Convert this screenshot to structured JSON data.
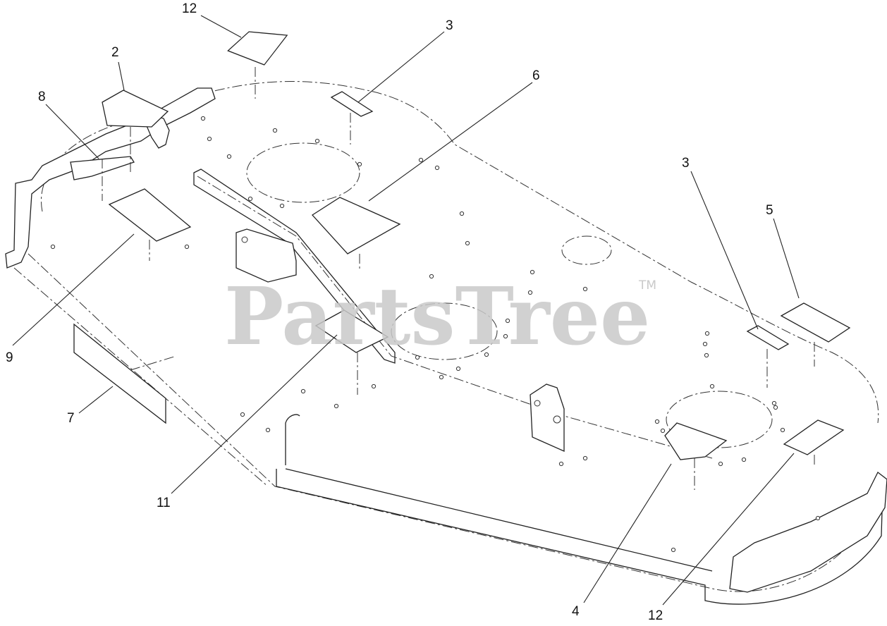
{
  "watermark": {
    "brand": "PartsTree",
    "trademark": "TM"
  },
  "callouts": [
    {
      "id": "c12a",
      "label": "12"
    },
    {
      "id": "c2",
      "label": "2"
    },
    {
      "id": "c8",
      "label": "8"
    },
    {
      "id": "c3a",
      "label": "3"
    },
    {
      "id": "c6",
      "label": "6"
    },
    {
      "id": "c3b",
      "label": "3"
    },
    {
      "id": "c5",
      "label": "5"
    },
    {
      "id": "c9",
      "label": "9"
    },
    {
      "id": "c7",
      "label": "7"
    },
    {
      "id": "c11",
      "label": "11"
    },
    {
      "id": "c4",
      "label": "4"
    },
    {
      "id": "c12b",
      "label": "12"
    }
  ]
}
